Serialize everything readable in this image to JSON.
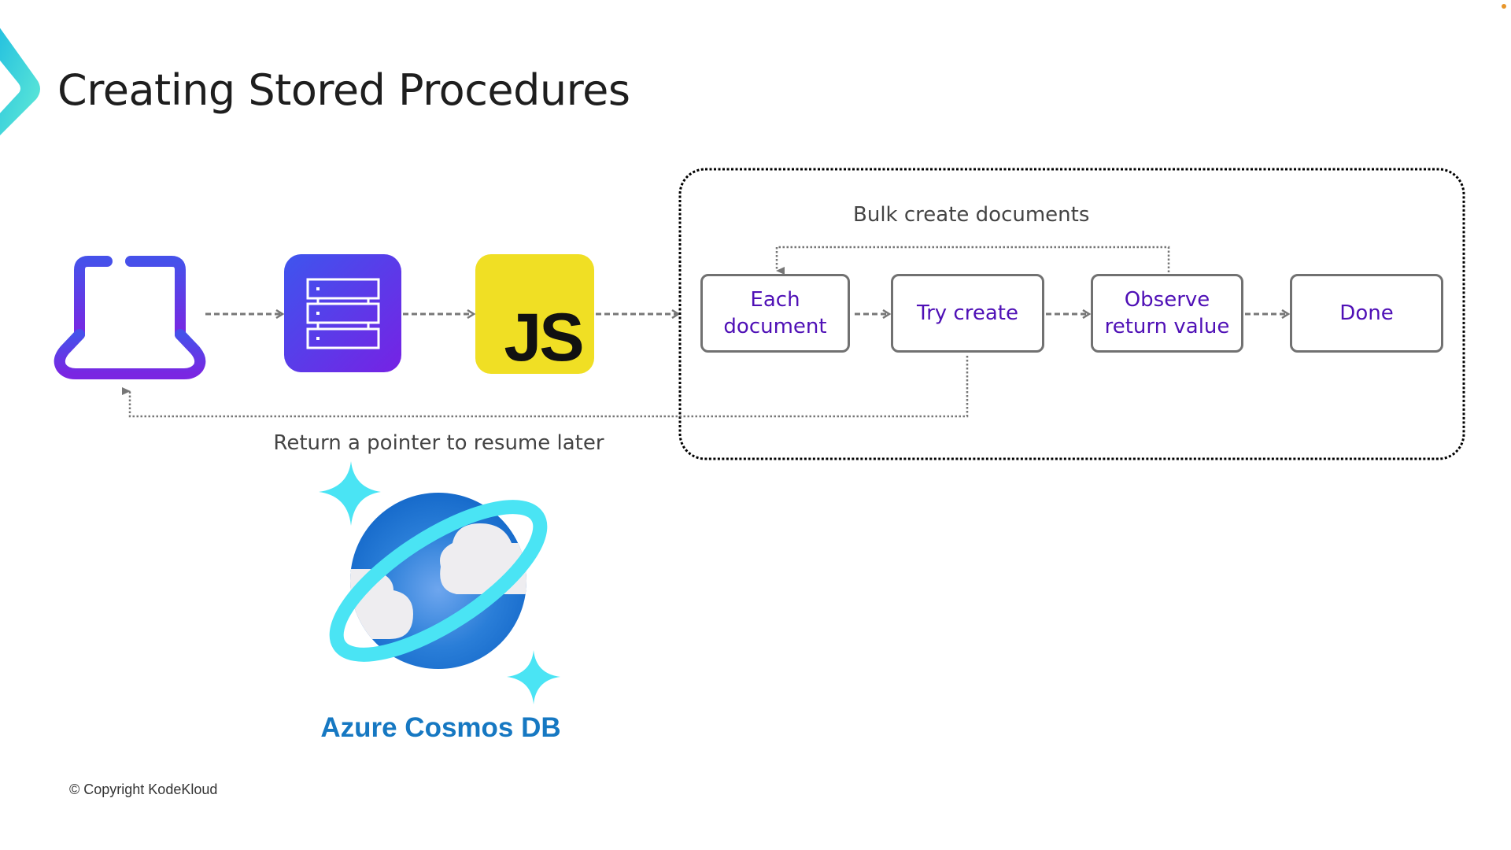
{
  "slide": {
    "title": "Creating Stored Procedures",
    "copyright": "© Copyright KodeKloud"
  },
  "icons": {
    "brand_chevron": "chevron-logo-icon",
    "client": "laptop-icon",
    "server": "server-rack-icon",
    "javascript": "javascript-icon",
    "database": "azure-cosmos-db-icon"
  },
  "javascript_icon_label": "JS",
  "flow": {
    "group_label": "Bulk create documents",
    "steps": [
      {
        "id": "each-document",
        "label": "Each document",
        "lines": [
          "Each",
          "document"
        ]
      },
      {
        "id": "try-create",
        "label": "Try create",
        "lines": [
          "Try create"
        ]
      },
      {
        "id": "observe-return-value",
        "label": "Observe return value",
        "lines": [
          "Observe",
          "return value"
        ]
      },
      {
        "id": "done",
        "label": "Done",
        "lines": [
          "Done"
        ]
      }
    ],
    "loop_back": {
      "from": "observe-return-value",
      "to": "each-document"
    },
    "return_path": {
      "from": "try-create",
      "to": "client",
      "label": "Return a pointer to resume later"
    }
  },
  "database": {
    "name": "Azure Cosmos DB"
  },
  "colors": {
    "step_text": "#4f10b6",
    "step_border": "#717171",
    "connector": "#777777",
    "group_border": "#000000",
    "brand_blue": "#1678c2",
    "js_yellow": "#f0df24",
    "accent_purple": "#6a35e6",
    "accent_cyan": "#45e3f5"
  }
}
